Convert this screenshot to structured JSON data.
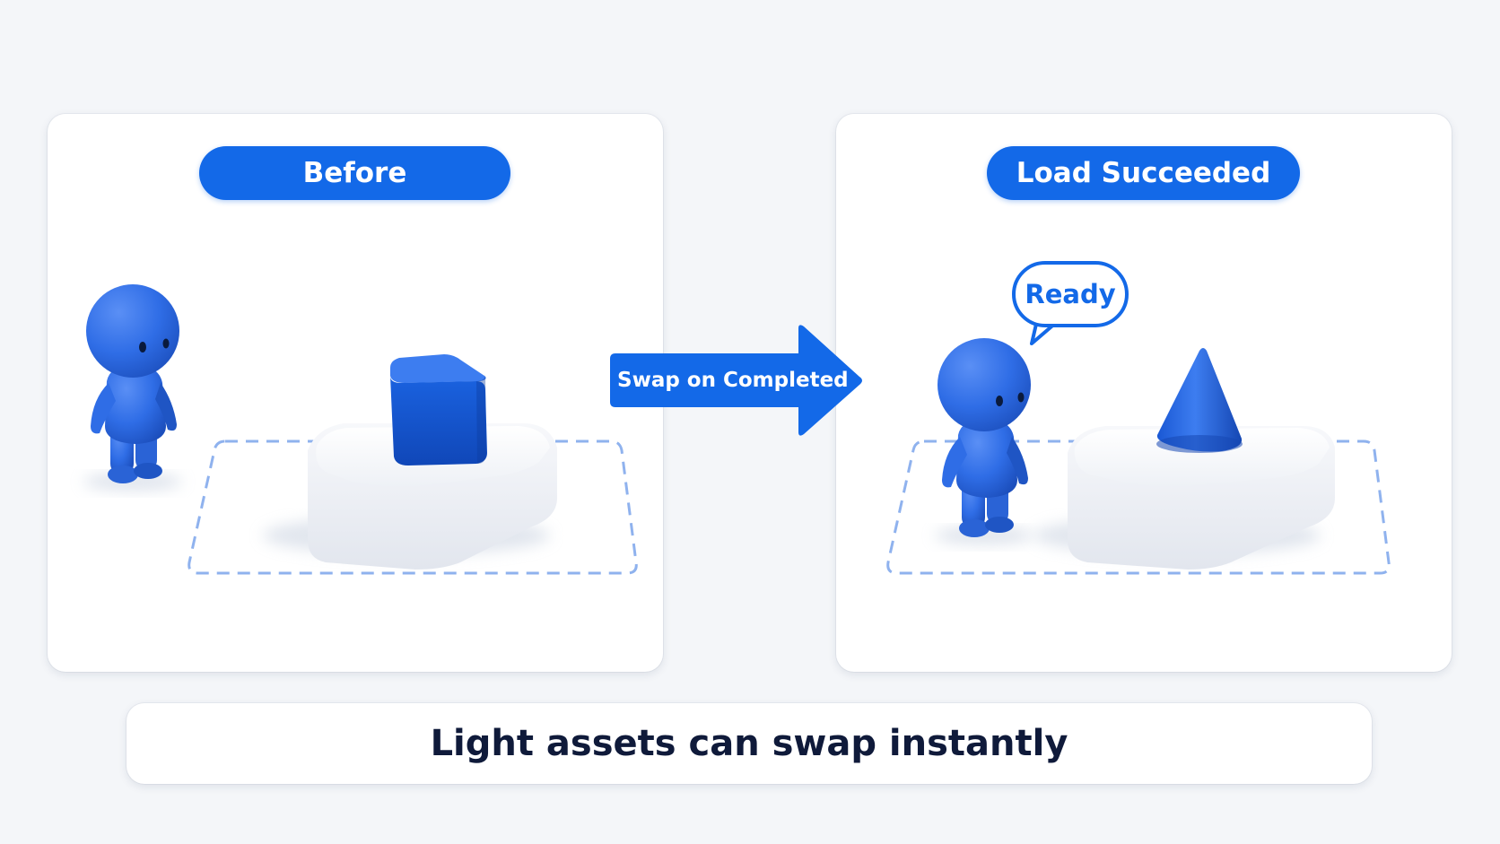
{
  "before_panel": {
    "label": "Before",
    "object": "cube"
  },
  "after_panel": {
    "label": "Load Succeeded",
    "bubble_text": "Ready",
    "object": "cone"
  },
  "transition": {
    "label": "Swap on Completed"
  },
  "caption": {
    "text": "Light assets can swap instantly"
  },
  "colors": {
    "accent": "#1369e8",
    "character": "#2f6de6",
    "background": "#f4f6f9",
    "panel": "#ffffff",
    "caption_text": "#0f1a3a",
    "dashed_outline": "#8fb2ee"
  }
}
